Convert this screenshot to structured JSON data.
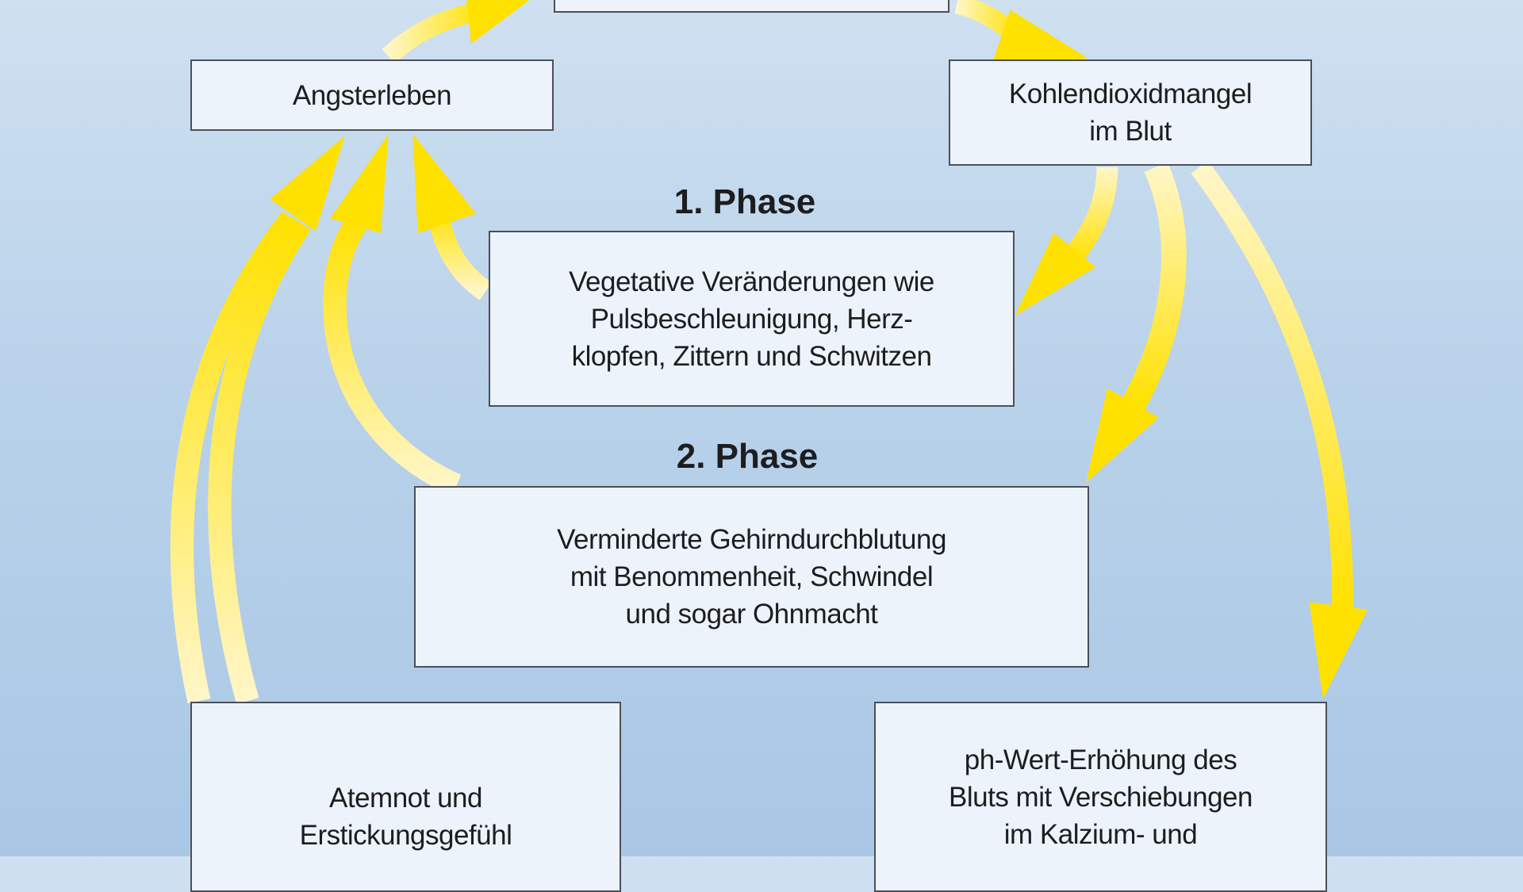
{
  "diagram": {
    "top_box": "",
    "angsterleben": "Angsterleben",
    "kohlendioxid": [
      "Kohlendioxidmangel",
      "im Blut"
    ],
    "phase1_label": "1. Phase",
    "vegetative": [
      "Vegetative Veränderungen wie",
      "Pulsbeschleunigung, Herz-",
      "klopfen, Zittern und Schwitzen"
    ],
    "phase2_label": "2. Phase",
    "verminderte": [
      "Verminderte Gehirndurchblutung",
      "mit Benommenheit, Schwindel",
      "und sogar Ohnmacht"
    ],
    "atemnot": [
      "Atemnot und",
      "Erstickungsgefühl"
    ],
    "phwert": [
      "ph-Wert-Erhöhung des",
      "Bluts mit Verschiebungen",
      "im Kalzium- und"
    ]
  },
  "colors": {
    "arrow": "#ffe100",
    "arrow_light": "#fff6c0",
    "box_fill": "#edf3fa",
    "box_border": "#4a4f5a"
  }
}
